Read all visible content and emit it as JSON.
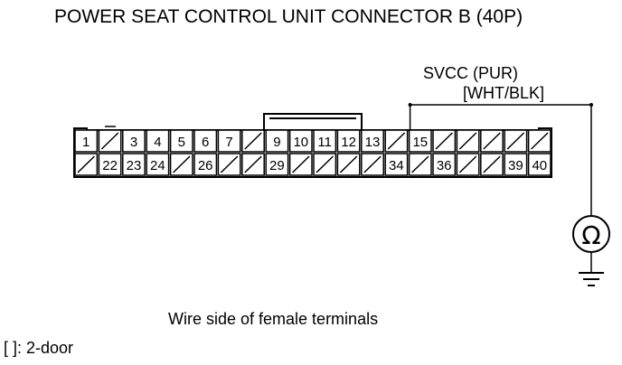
{
  "title": "POWER SEAT CONTROL UNIT CONNECTOR B (40P)",
  "probe": {
    "label": "SVCC (PUR)",
    "alt_label": "[WHT/BLK]",
    "terminal": "15",
    "meter_symbol": "Ω"
  },
  "connector": {
    "pins_per_row": 20,
    "row1": [
      "1",
      "",
      "3",
      "4",
      "5",
      "6",
      "7",
      "",
      "9",
      "10",
      "11",
      "12",
      "13",
      "",
      "15",
      "",
      "",
      "",
      "",
      ""
    ],
    "row2": [
      "",
      "22",
      "23",
      "24",
      "",
      "26",
      "",
      "",
      "29",
      "",
      "",
      "",
      "",
      "34",
      "",
      "36",
      "",
      "",
      "39",
      "40"
    ]
  },
  "caption": "Wire side of female terminals",
  "legend": "[ ]: 2-door"
}
